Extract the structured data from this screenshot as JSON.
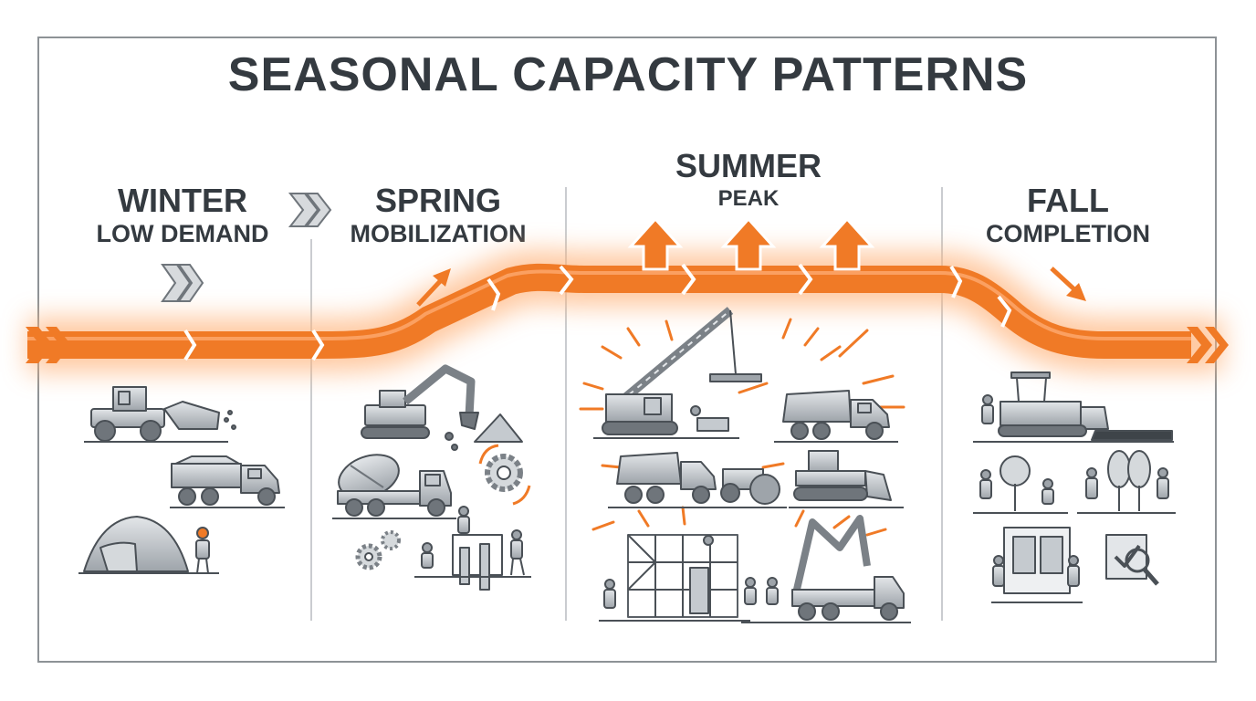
{
  "title": "SEASONAL CAPACITY PATTERNS",
  "seasons": [
    {
      "name": "WINTER",
      "subtitle": "LOW DEMAND"
    },
    {
      "name": "SPRING",
      "subtitle": "MOBILIZATION"
    },
    {
      "name": "SUMMER",
      "subtitle": "PEAK"
    },
    {
      "name": "FALL",
      "subtitle": "COMPLETION"
    }
  ],
  "colors": {
    "accent": "#f07a26",
    "accent_dark": "#c9561a",
    "glow": "#ffb37a",
    "ink": "#343a40",
    "equipment": "#8d9399",
    "divider": "#b8bcc0"
  },
  "icons": {
    "winter": [
      "snowplow-loader-icon",
      "dump-truck-icon",
      "storage-dome-icon",
      "worker-icon"
    ],
    "spring": [
      "excavator-icon",
      "cement-mixer-icon",
      "gear-icon",
      "foundation-workers-icon"
    ],
    "summer": [
      "tower-crane-icon",
      "dump-truck-icon",
      "road-roller-icon",
      "bulldozer-icon",
      "scaffolding-icon",
      "concrete-pump-truck-icon"
    ],
    "fall": [
      "asphalt-paver-icon",
      "tree-planting-icon",
      "window-install-icon",
      "inspection-checklist-icon"
    ]
  }
}
